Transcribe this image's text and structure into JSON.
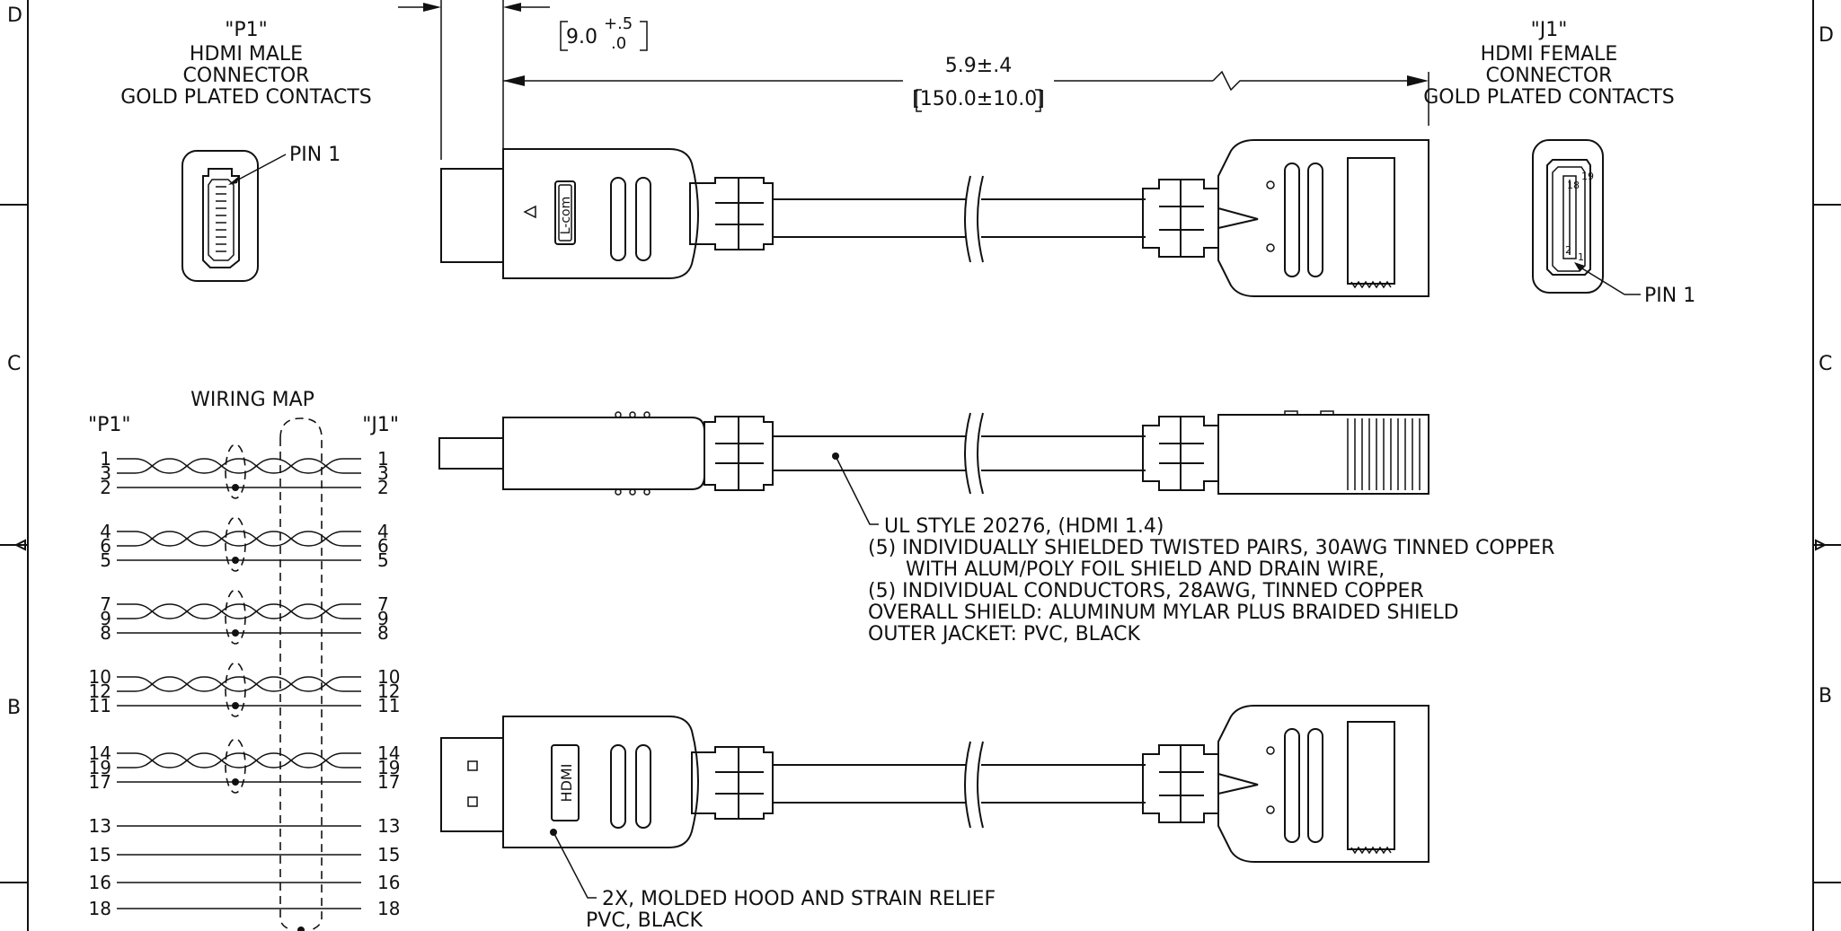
{
  "zones": {
    "left": [
      "D",
      "C",
      "B"
    ],
    "right": [
      "D",
      "C",
      "B"
    ]
  },
  "p1": {
    "ref": "\"P1\"",
    "line1": "HDMI MALE",
    "line2": "CONNECTOR",
    "line3": "GOLD PLATED CONTACTS",
    "pin_label": "PIN 1"
  },
  "j1": {
    "ref": "\"J1\"",
    "line1": "HDMI FEMALE",
    "line2": "CONNECTOR",
    "line3": "GOLD PLATED CONTACTS",
    "pin_label": "PIN 1",
    "pin_num_a": "18",
    "pin_num_b": "19",
    "pin_num_c": "2",
    "pin_num_d": "1"
  },
  "dims": {
    "plug_main": "9.0",
    "plug_upper_tol": "+.5",
    "plug_lower_tol": ".0",
    "overall_in": "5.9±.4",
    "overall_mm": "[150.0±10.0]"
  },
  "logos": {
    "top_hood": "L-com",
    "bottom_hood": "HDMI"
  },
  "wiring": {
    "title": "WIRING MAP",
    "left_ref": "\"P1\"",
    "right_ref": "\"J1\"",
    "pairs": [
      [
        "1",
        "3",
        "2"
      ],
      [
        "4",
        "6",
        "5"
      ],
      [
        "7",
        "9",
        "8"
      ],
      [
        "10",
        "12",
        "11"
      ],
      [
        "14",
        "19",
        "17"
      ]
    ],
    "singles": [
      "13",
      "15",
      "16",
      "18"
    ]
  },
  "cable_note": {
    "line1": "UL STYLE 20276, (HDMI 1.4)",
    "line2": "(5) INDIVIDUALLY SHIELDED TWISTED PAIRS, 30AWG TINNED COPPER",
    "line3": "WITH ALUM/POLY FOIL SHIELD AND DRAIN WIRE,",
    "line4": "(5) INDIVIDUAL CONDUCTORS, 28AWG, TINNED COPPER",
    "line5": "OVERALL SHIELD: ALUMINUM MYLAR PLUS BRAIDED SHIELD",
    "line6": "OUTER JACKET: PVC, BLACK"
  },
  "hood_note": {
    "line1": "2X, MOLDED HOOD AND STRAIN RELIEF",
    "line2": "PVC, BLACK"
  }
}
